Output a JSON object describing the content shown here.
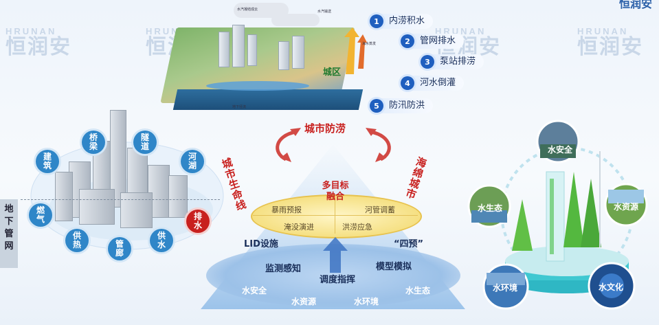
{
  "watermark": {
    "en": "HRUNAN",
    "cn": "恒润安"
  },
  "top_right_fragment": "恒润安",
  "diorama": {
    "zone_label": "城区",
    "tiny_labels": [
      "水汽凝结成云",
      "水汽输送",
      "海水蒸发",
      "地下径流"
    ]
  },
  "steps": [
    {
      "num": "1",
      "label": "内涝积水"
    },
    {
      "num": "2",
      "label": "管网排水"
    },
    {
      "num": "3",
      "label": "泵站排涝"
    },
    {
      "num": "4",
      "label": "河水倒灌"
    },
    {
      "num": "5",
      "label": "防汛防洪"
    }
  ],
  "city_labels": {
    "bridge": "桥梁",
    "tunnel": "隧道",
    "building": "建筑",
    "river": "河湖",
    "gas": "燃气",
    "drainage": "排水",
    "heating": "供热",
    "corridor": "管廊",
    "water_supply": "供水",
    "underground_network": "地下管网"
  },
  "center": {
    "top": "城市防涝",
    "left": "城市生命线",
    "right": "海绵城市",
    "core": "多目标\n融合",
    "quadrants": [
      "暴雨预报",
      "河管调蓄",
      "淹没演进",
      "洪涝应急"
    ],
    "lid": "LID设施",
    "four": "“四预”",
    "monitor": "监测感知",
    "model": "模型模拟",
    "dispatch": "调度指挥",
    "bottom": [
      "水安全",
      "水资源",
      "水环境",
      "水生态"
    ]
  },
  "right_labels": {
    "safety": "水安全",
    "ecology": "水生态",
    "resources": "水资源",
    "environment": "水环境",
    "culture": "水文化"
  },
  "colors": {
    "primary": "#1f5fbf",
    "red": "#c8201e",
    "ring": "#f4dd7a"
  }
}
